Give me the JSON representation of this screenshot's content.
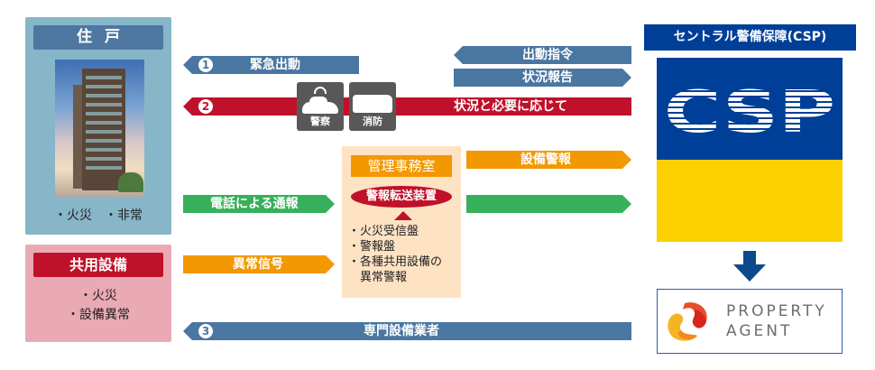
{
  "residence": {
    "title": "住戸",
    "items": "・火災　・非常"
  },
  "common_facilities": {
    "title": "共用設備",
    "items": [
      "・火災",
      "・設備異常"
    ]
  },
  "arrows": {
    "emergency_dispatch": {
      "number": "1",
      "label": "緊急出動",
      "color": "#4a76a2",
      "direction": "left"
    },
    "as_needed": {
      "number": "2",
      "label": "状況と必要に応じて",
      "color": "#c0112a",
      "direction": "left"
    },
    "dispatch_order": {
      "label": "出動指令",
      "color": "#4a76a2",
      "direction": "left"
    },
    "status_report": {
      "label": "状況報告",
      "color": "#4a76a2",
      "direction": "right"
    },
    "phone_report": {
      "label": "電話による通報",
      "color": "#36b05a",
      "direction": "right"
    },
    "phone_report_relay": {
      "label": "",
      "color": "#36b05a",
      "direction": "right"
    },
    "abnormal_signal": {
      "label": "異常信号",
      "color": "#f39800",
      "direction": "right"
    },
    "equipment_alarm": {
      "label": "設備警報",
      "color": "#f39800",
      "direction": "right"
    },
    "specialist": {
      "number": "3",
      "label": "専門設備業者",
      "color": "#4a76a2",
      "direction": "left"
    }
  },
  "vehicles": {
    "police": "警察",
    "fire": "消防"
  },
  "office": {
    "title": "管理事務室",
    "device": "警報転送装置",
    "items": [
      "・火災受信盤",
      "・警報盤",
      "・各種共用設備の",
      "　異常警報"
    ]
  },
  "csp": {
    "title": "セントラル警備保障(CSP)",
    "logo_text": "CSP",
    "colors": {
      "blue": "#003f98",
      "yellow": "#fdd000"
    }
  },
  "property_agent": {
    "line1": "PROPERTY",
    "line2": "AGENT"
  }
}
